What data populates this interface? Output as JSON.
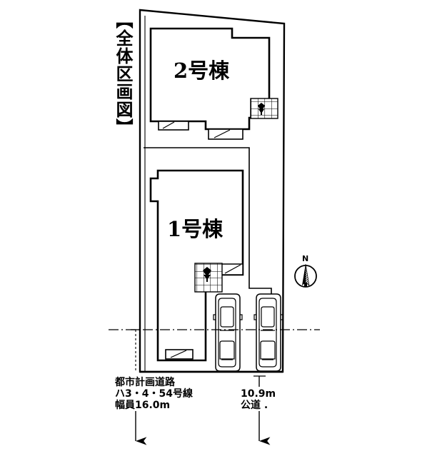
{
  "document": {
    "vertical_title": "【全体区画図】",
    "type": "site-plan"
  },
  "buildings": [
    {
      "id": "b2",
      "label": "2号棟"
    },
    {
      "id": "b1",
      "label": "1号棟"
    }
  ],
  "annotations": {
    "road_plan": {
      "line1": "都市計画道路",
      "line2": "ハ3・4・54号線",
      "line3": "幅員16.0m"
    },
    "public_road": {
      "line1": "10.9m",
      "line2": "公道 ."
    }
  },
  "compass": {
    "north_label": "N"
  },
  "features": {
    "parking_cars": 2,
    "entrance_tiles": 2,
    "balconies": 3
  },
  "colors": {
    "ink": "#000000",
    "paper": "#ffffff"
  }
}
